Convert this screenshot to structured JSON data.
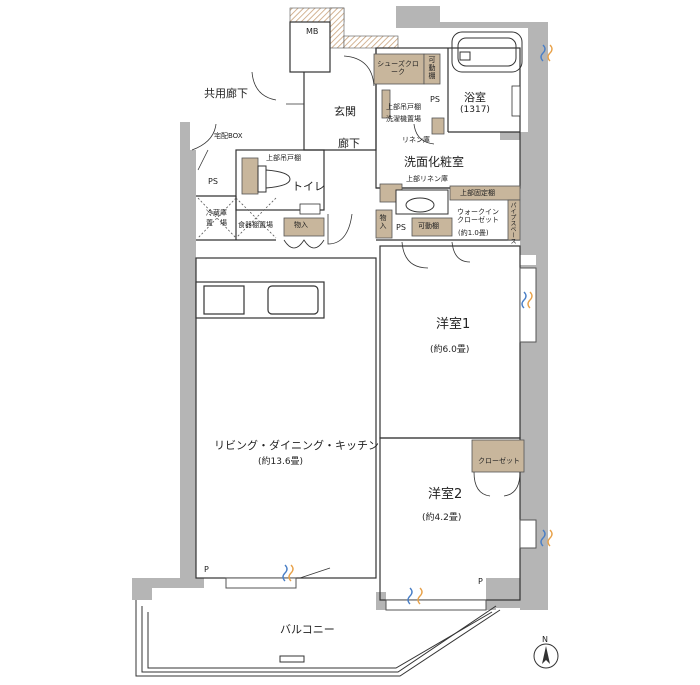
{
  "rooms": {
    "mb": "MB",
    "common_corridor": "共用廊下",
    "delivery_box": "宅配BOX",
    "ps_left": "PS",
    "shoes_cloak": "シューズクローク",
    "adjustable_shelf_1": "可動棚",
    "ps_1": "PS",
    "genkan": "玄関",
    "bathroom": "浴室",
    "bathroom_size": "(1317)",
    "upper_cabinet_laundry": "上部吊戸棚",
    "laundry_place": "洗濯機置場",
    "linen_1": "リネン庫",
    "rouka": "廊下",
    "washroom": "洗面化粧室",
    "upper_cabinet_toilet": "上部吊戸棚",
    "toilet": "トイレ",
    "upper_linen": "上部リネン庫",
    "upper_fixed_shelf": "上部固定棚",
    "walk_in_closet": "ウォークインクローゼット",
    "walk_in_closet_size": "(約1.0畳)",
    "pipe_space": "パイプスペース",
    "fridge_place_1": "冷蔵庫",
    "fridge_place_2": "置　場",
    "pantry": "食器棚置場",
    "storage_1": "物入",
    "storage_2": "物入",
    "ps_2": "PS",
    "adjustable_shelf_2": "可動棚",
    "western_1": "洋室1",
    "western_1_size": "(約6.0畳)",
    "ldk": "リビング・ダイニング・キッチン",
    "ldk_size": "(約13.6畳)",
    "closet": "クローゼット",
    "western_2": "洋室2",
    "western_2_size": "(約4.2畳)",
    "p_left": "P",
    "p_right": "P",
    "balcony": "バルコニー"
  },
  "compass": "N",
  "colors": {
    "wall": "#b5b5b5",
    "storage": "#c8b69c",
    "line": "#333333",
    "window_blue": "#4a7fc6",
    "window_orange": "#e8a24a"
  }
}
